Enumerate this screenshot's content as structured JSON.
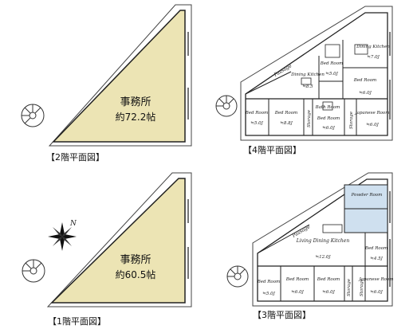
{
  "floors": {
    "f2": {
      "caption": "【2階平面図】",
      "office": "事務所",
      "area": "約72.2帖"
    },
    "f1": {
      "caption": "【1階平面図】",
      "office": "事務所",
      "area": "約60.5帖"
    },
    "f4": {
      "caption": "【4階平面図】",
      "passage": "Passage",
      "rooms": [
        {
          "name": "Dining Kitchen",
          "size": "≒7.0J"
        },
        {
          "name": "Bed Room",
          "size": "≒5.0J"
        },
        {
          "name": "Dining Kitchen",
          "size": "≒8.5"
        },
        {
          "name": "Bed Room",
          "size": "≒6.0J"
        },
        {
          "name": "Bed Room",
          "size": "≒5.0J"
        },
        {
          "name": "Bed Room",
          "size": "≒8.8J"
        },
        {
          "name": "Storage",
          "size": ""
        },
        {
          "name": "Bath Room",
          "size": ""
        },
        {
          "name": "Bed Room",
          "size": "≒6.0J"
        },
        {
          "name": "Storage",
          "size": ""
        },
        {
          "name": "Japanese Room",
          "size": "≒6.0J"
        }
      ]
    },
    "f3": {
      "caption": "【3階平面図】",
      "passage": "Passage",
      "rooms": [
        {
          "name": "Powder Room",
          "size": ""
        },
        {
          "name": "Living Dining Kitchen",
          "size": "≒12.0J"
        },
        {
          "name": "Bed Room",
          "size": "≒4.5J"
        },
        {
          "name": "Bed Room",
          "size": "≒5.0J"
        },
        {
          "name": "Bed Room",
          "size": "≒6.0J"
        },
        {
          "name": "Bed Room",
          "size": "≒6.0J"
        },
        {
          "name": "Storage",
          "size": ""
        },
        {
          "name": "Storage",
          "size": ""
        },
        {
          "name": "Japanese Room",
          "size": "≒6.0J"
        }
      ]
    }
  },
  "compass": {
    "label": "N"
  },
  "colors": {
    "office_fill": "#ece4b4",
    "outline": "#222222",
    "frame": "#444444"
  }
}
